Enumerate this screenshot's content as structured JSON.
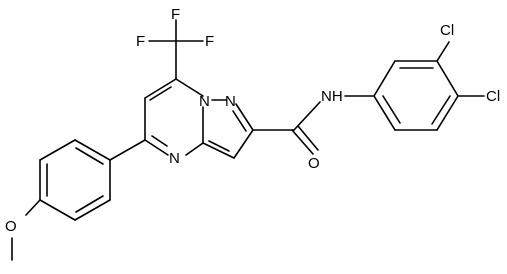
{
  "molecule": {
    "labels": {
      "F_top": "F",
      "F_left": "F",
      "F_right": "F",
      "N_bridge": "N",
      "N_pyrazole": "N",
      "N_pyrimidine": "N",
      "NH": "NH",
      "O_carbonyl": "O",
      "O_methoxy": "O",
      "Cl_top": "Cl",
      "Cl_right": "Cl"
    }
  }
}
